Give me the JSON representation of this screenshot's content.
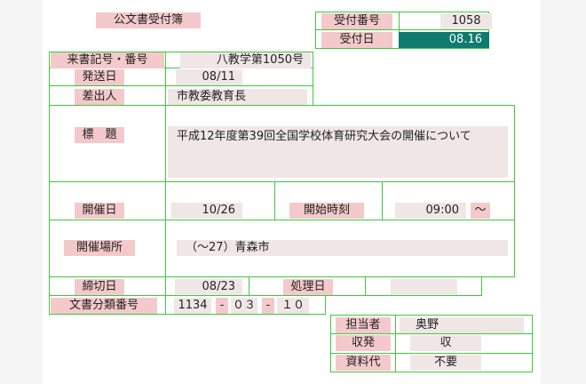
{
  "title": "公文書受付簿",
  "receipt": {
    "number_label": "受付番号",
    "number_value": "1058",
    "date_label": "受付日",
    "date_value": "08.16"
  },
  "doc_ref": {
    "label": "来書記号・番号",
    "value": "八教学第1050号"
  },
  "sent_date": {
    "label": "発送日",
    "value": "08/11"
  },
  "sender": {
    "label": "差出人",
    "value": "市教委教育長"
  },
  "subject": {
    "label": "標　題",
    "value": "平成12年度第39回全国学校体育研究大会の開催について"
  },
  "event_date": {
    "label": "開催日",
    "value": "10/26"
  },
  "start_time": {
    "label": "開始時刻",
    "value": "09:00",
    "suffix": "～"
  },
  "venue": {
    "label": "開催場所",
    "value": "（～27）青森市"
  },
  "deadline": {
    "label": "締切日",
    "value": "08/23"
  },
  "processed_date": {
    "label": "処理日",
    "value": ""
  },
  "classification": {
    "label": "文書分類番号",
    "part1": "1134",
    "dash1": "-",
    "part2": "０３",
    "dash2": "-",
    "part3": "１０"
  },
  "handler": {
    "label": "担当者",
    "value": "奥野"
  },
  "direction": {
    "label": "収発",
    "value": "収"
  },
  "materials_fee": {
    "label": "資料代",
    "value": "不要"
  },
  "colors": {
    "border": "#3ec93e",
    "label_bg": "#f4c9cb",
    "field_bg": "#f1e6e6",
    "selection": "#0f7a6f"
  }
}
